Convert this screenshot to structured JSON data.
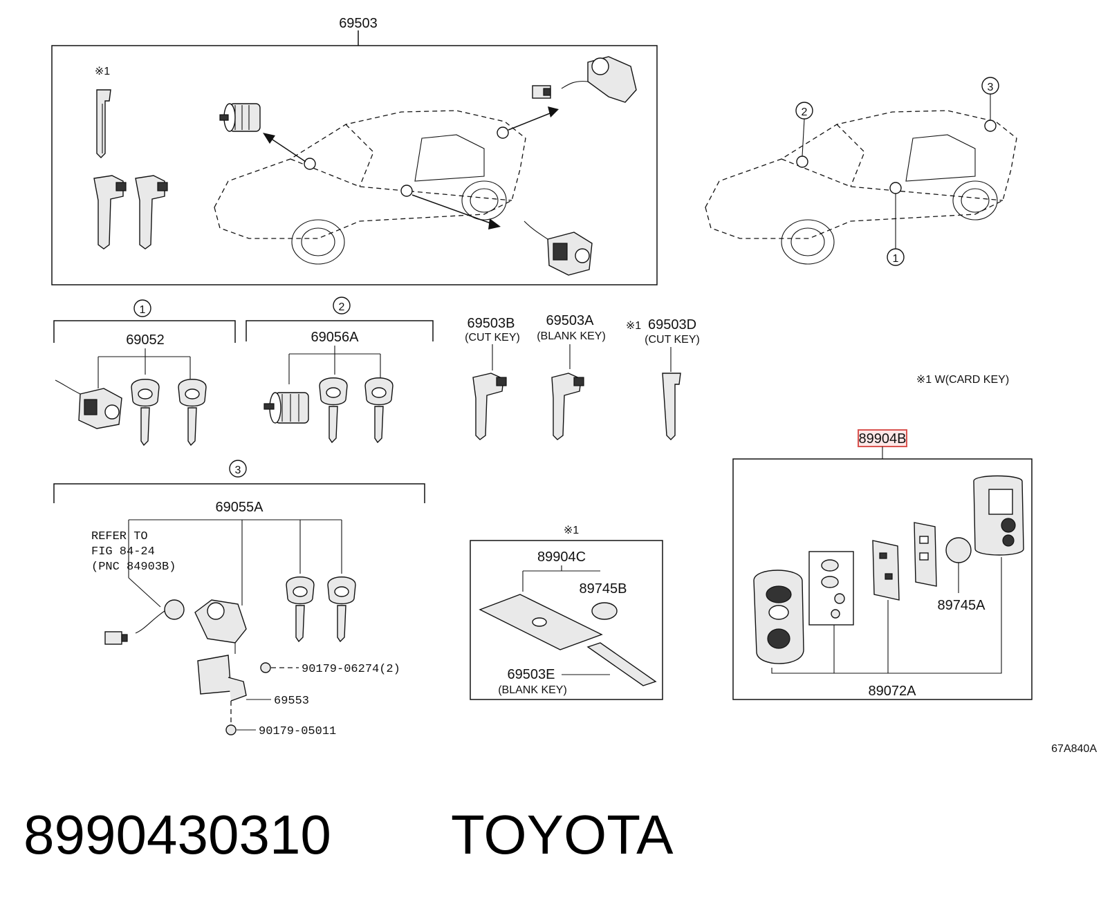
{
  "labels": {
    "assembly_top": "69503",
    "circle_1": "1",
    "circle_2": "2",
    "circle_3": "3",
    "marker": "※1",
    "group1_part": "69052",
    "group2_part": "69056A",
    "cut_key_b": "69503B",
    "cut_key_b_note": "(CUT KEY)",
    "blank_key_a": "69503A",
    "blank_key_a_note": "(BLANK KEY)",
    "cut_key_d": "69503D",
    "cut_key_d_note": "(CUT KEY)",
    "legend_note": "※1 W(CARD KEY)",
    "highlight_part": "89904B",
    "group3_part": "69055A",
    "refer_line1": "REFER TO",
    "refer_line2": "FIG 84-24",
    "refer_line3": "(PNC 84903B)",
    "bolt_a": "90179-06274(2)",
    "bracket": "69553",
    "bolt_b": "90179-05011",
    "card_key_marker": "※1",
    "card_key": "89904C",
    "battery_b": "89745B",
    "blank_key_e": "69503E",
    "blank_key_e_note": "(BLANK KEY)",
    "battery_a": "89745A",
    "transmitter": "89072A",
    "figure_code": "67A840A"
  },
  "footer": {
    "part_number": "8990430310",
    "brand": "TOYOTA"
  },
  "colors": {
    "highlight_box": "#d9534f",
    "line": "#111111"
  }
}
